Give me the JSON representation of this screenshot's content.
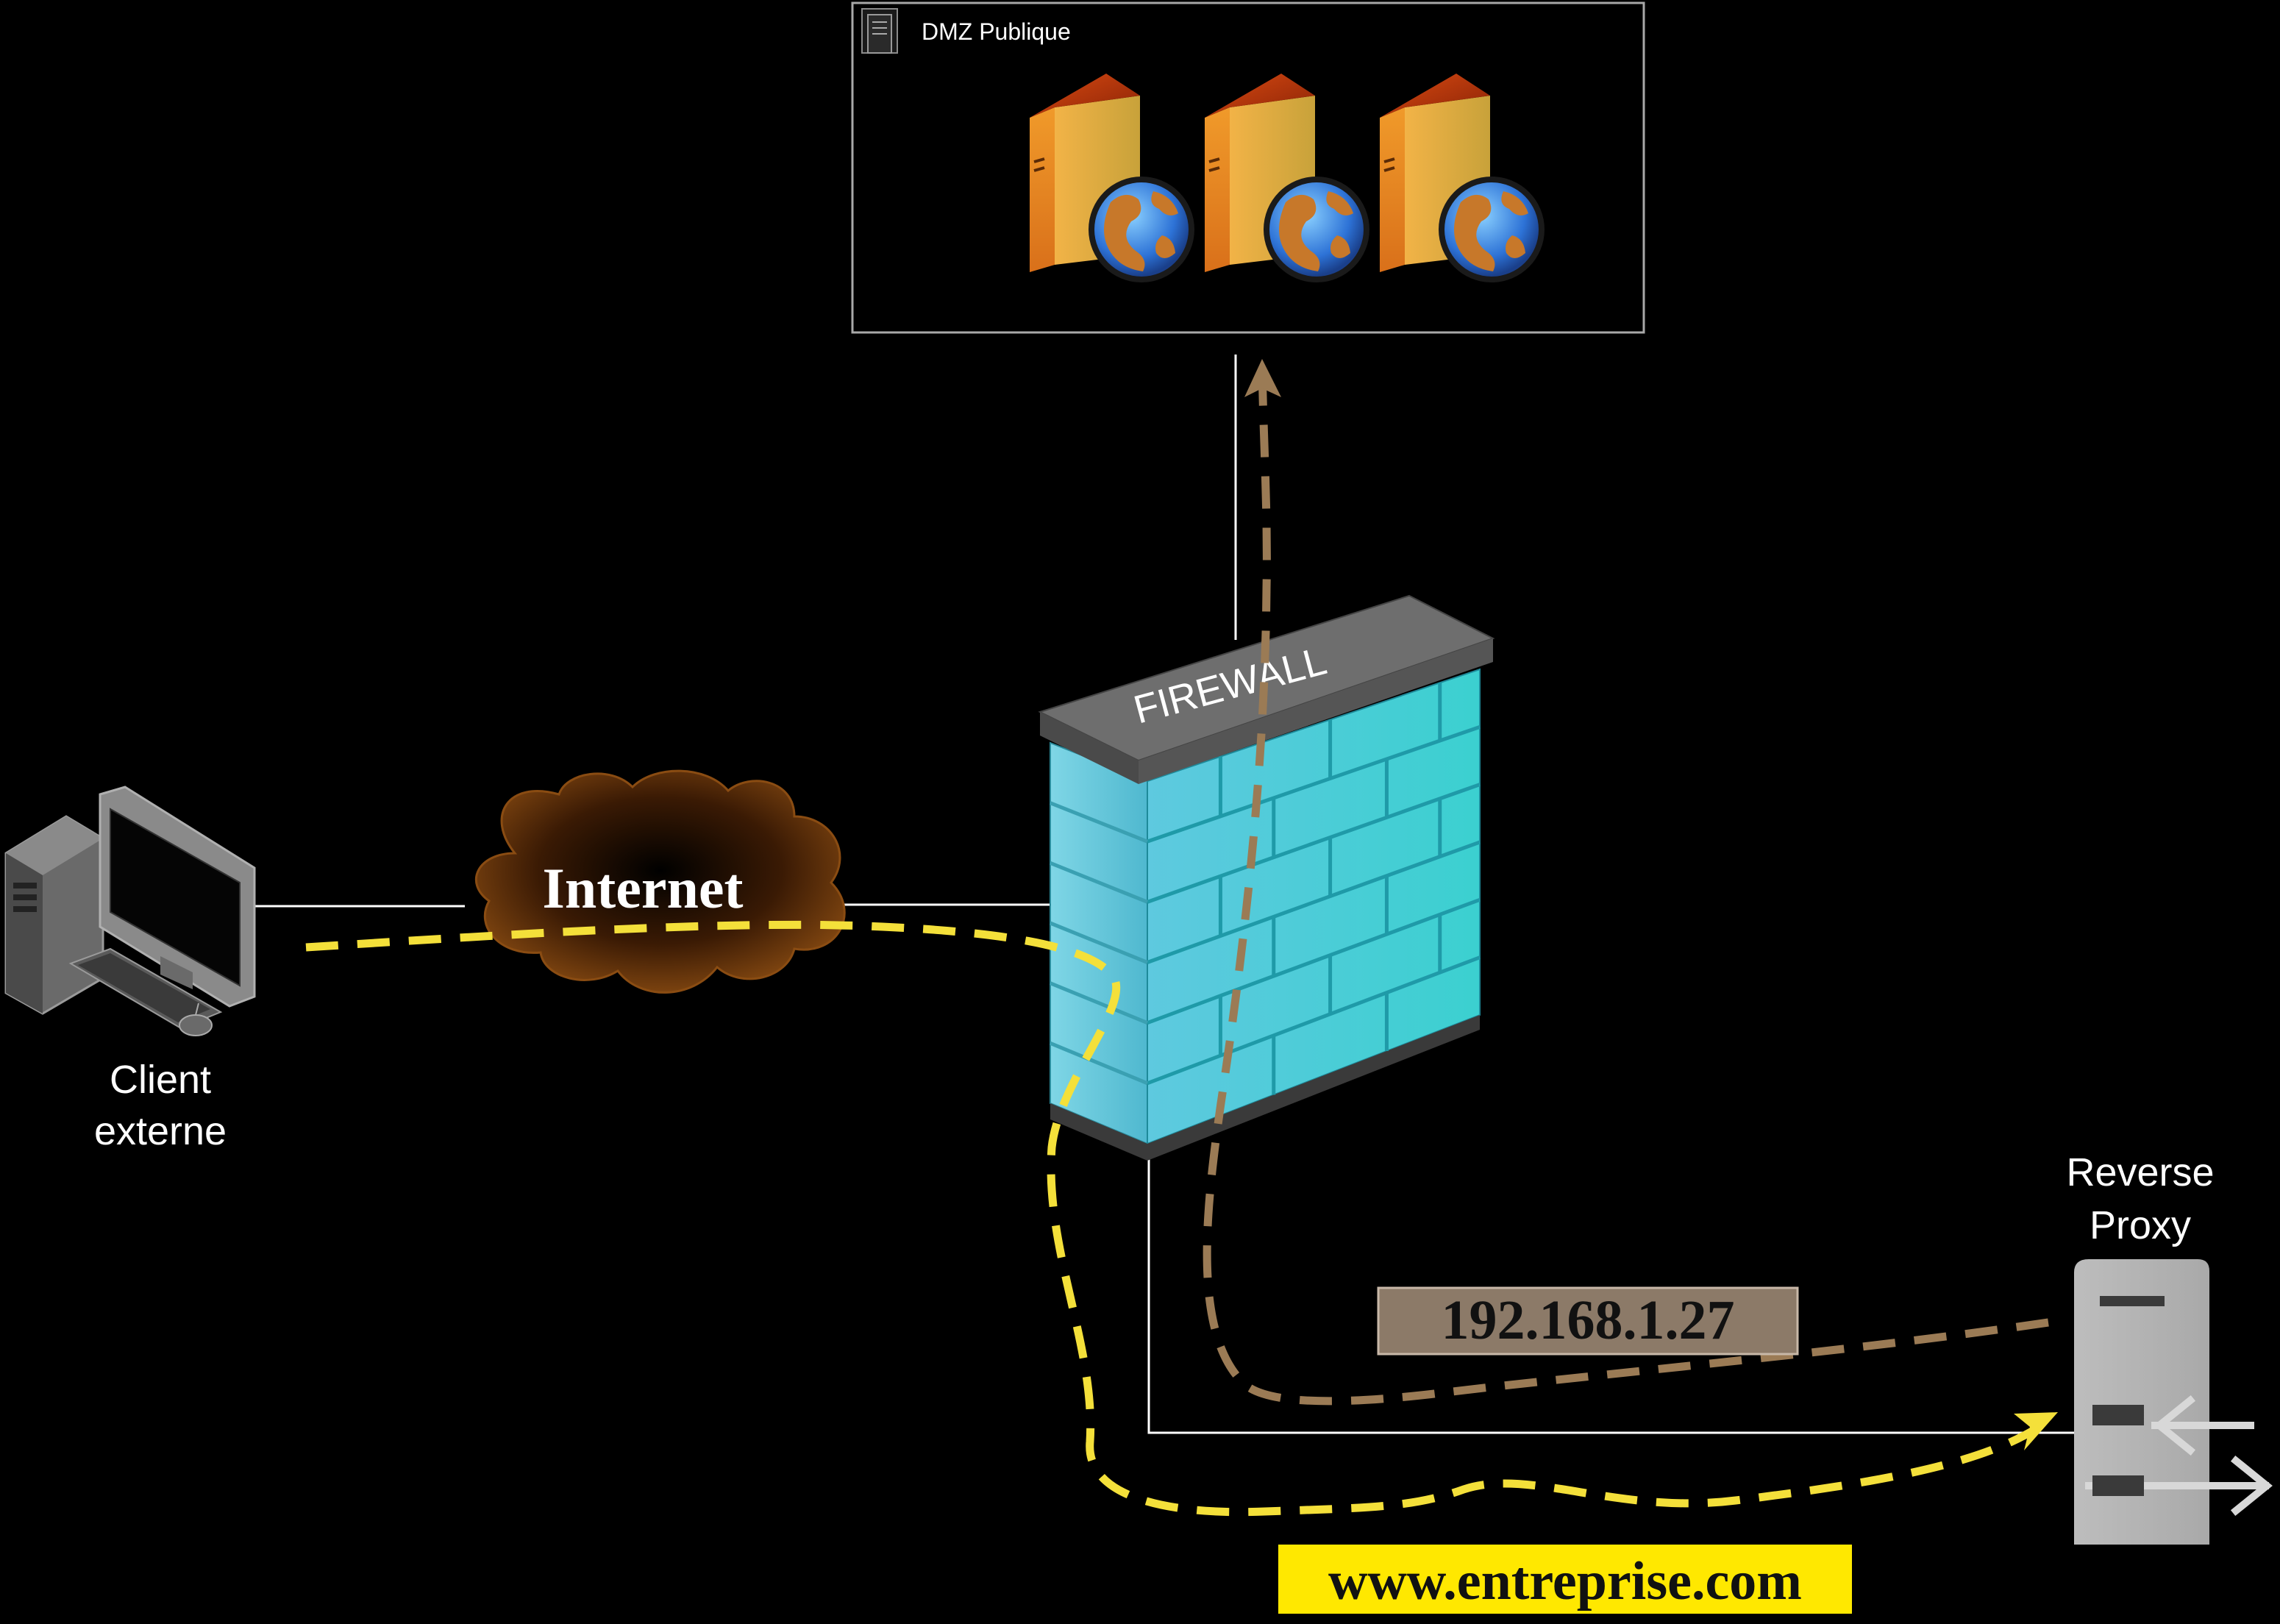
{
  "dmz": {
    "title": "DMZ Publique",
    "server_icon": "web-server-icon",
    "server_count": 3
  },
  "client": {
    "label_line1": "Client",
    "label_line2": "externe",
    "icon": "desktop-computer-icon"
  },
  "internet": {
    "label": "Internet",
    "icon": "cloud-icon"
  },
  "firewall": {
    "label": "FIREWALL",
    "icon": "brick-wall-icon"
  },
  "reverse_proxy": {
    "label_line1": "Reverse",
    "label_line2": "Proxy",
    "icon": "proxy-server-icon"
  },
  "ip_badge": {
    "text": "192.168.1.27"
  },
  "url_badge": {
    "text": "www.entreprise.com"
  },
  "colors": {
    "background": "#000000",
    "request_flow": "#f4e03a",
    "internal_flow": "#9b7b55",
    "ip_badge_bg": "#8c7a68",
    "url_badge_bg": "#ffe800",
    "firewall_brick": "#3fc7d2",
    "firewall_cap": "#6d6d6d",
    "server_orange": "#e58a1c",
    "cloud_brown": "#5a2e0a"
  }
}
